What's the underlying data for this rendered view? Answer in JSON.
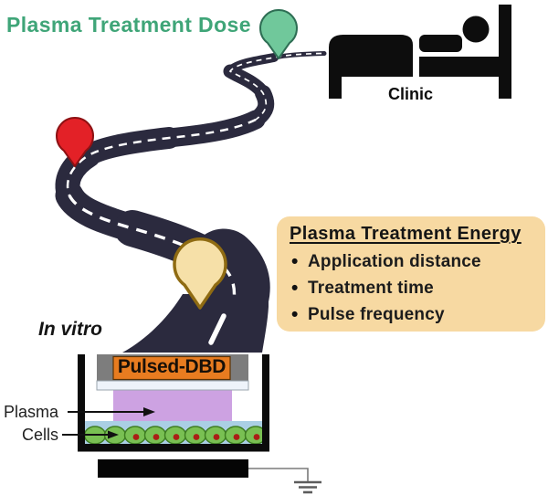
{
  "header": {
    "title": "Plasma Treatment Dose",
    "title_color": "#3fa578"
  },
  "clinic": {
    "label": "Clinic"
  },
  "journey": {
    "road_color": "#2b2a3e",
    "pins": [
      {
        "name": "clinic-pin",
        "color": "#70c89b"
      },
      {
        "name": "mid-journey-pin",
        "color": "#e32127"
      },
      {
        "name": "invitro-pin",
        "color": "#f6e0a8"
      }
    ]
  },
  "energy_box": {
    "title": "Plasma Treatment Energy",
    "items": [
      "Application distance",
      "Treatment time",
      "Pulse frequency"
    ],
    "bg_color": "#f7d9a2"
  },
  "invitro": {
    "label": "In vitro",
    "device_label": "Pulsed-DBD",
    "plasma_label": "Plasma",
    "cells_label": "Cells"
  }
}
